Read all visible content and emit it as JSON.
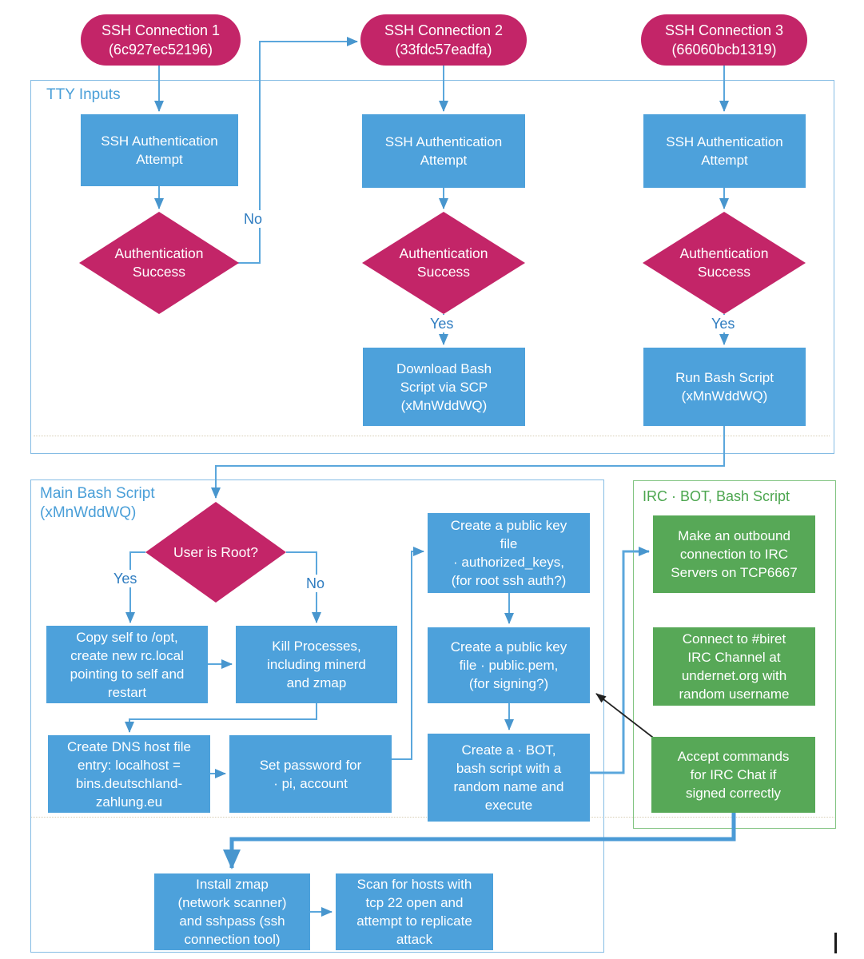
{
  "diagram_title": "SSH attack / IRC bot flowchart",
  "colors": {
    "node_blue": "#4da1db",
    "shape_pink": "#c32568",
    "node_green": "#57a857",
    "connector_blue": "#5ba7dc",
    "container_border_blue": "#85bce4",
    "container_border_green": "#82c482",
    "container_label_blue": "#4a9fd8",
    "container_label_green": "#4ca64f",
    "edge_label_blue": "#2e7cc0",
    "black_arrow": "#222222"
  },
  "pills": {
    "c1": "SSH Connection 1\n(6c927ec52196)",
    "c2": "SSH Connection 2\n(33fdc57eadfa)",
    "c3": "SSH Connection 3\n(66060bcb1319)"
  },
  "tty": {
    "label": "TTY Inputs",
    "auth_attempt": "SSH Authentication\nAttempt",
    "auth_success": "Authentication\nSuccess",
    "download": "Download Bash\nScript via SCP\n(xMnWddWQ)",
    "run": "Run Bash Script\n(xMnWddWQ)"
  },
  "main": {
    "label": "Main Bash Script\n(xMnWddWQ)",
    "user_root": "User is Root?",
    "copy_self": "Copy self to /opt,\ncreate new rc.local\npointing to self and\nrestart",
    "kill_proc": "Kill Processes,\nincluding minerd\nand zmap",
    "dns_host": "Create DNS host file\nentry: localhost =\nbins.deutschland-\nzahlung.eu",
    "set_pw": "Set password for\n· pi,  account",
    "pub_authkeys": "Create a public key\nfile\n· authorized_keys,\n(for root ssh auth?)",
    "pub_pem": "Create a public key\nfile · public.pem,\n(for signing?)",
    "create_bot": "Create a · BOT,\nbash script with a\nrandom name and\nexecute",
    "install_zmap": "Install zmap\n(network scanner)\nand sshpass (ssh\nconnection tool)",
    "scan_hosts": "Scan for hosts with\ntcp 22 open and\nattempt to replicate\nattack"
  },
  "irc": {
    "label": "IRC · BOT,  Bash Script",
    "outbound": "Make an outbound\nconnection to IRC\nServers on TCP6667",
    "connect": "Connect to #biret\nIRC Channel at\nundernet.org with\nrandom username",
    "accept": "Accept commands\nfor IRC Chat if\nsigned correctly"
  },
  "edge_labels": {
    "no1": "No",
    "yes2": "Yes",
    "yes3": "Yes",
    "root_yes": "Yes",
    "root_no": "No"
  }
}
